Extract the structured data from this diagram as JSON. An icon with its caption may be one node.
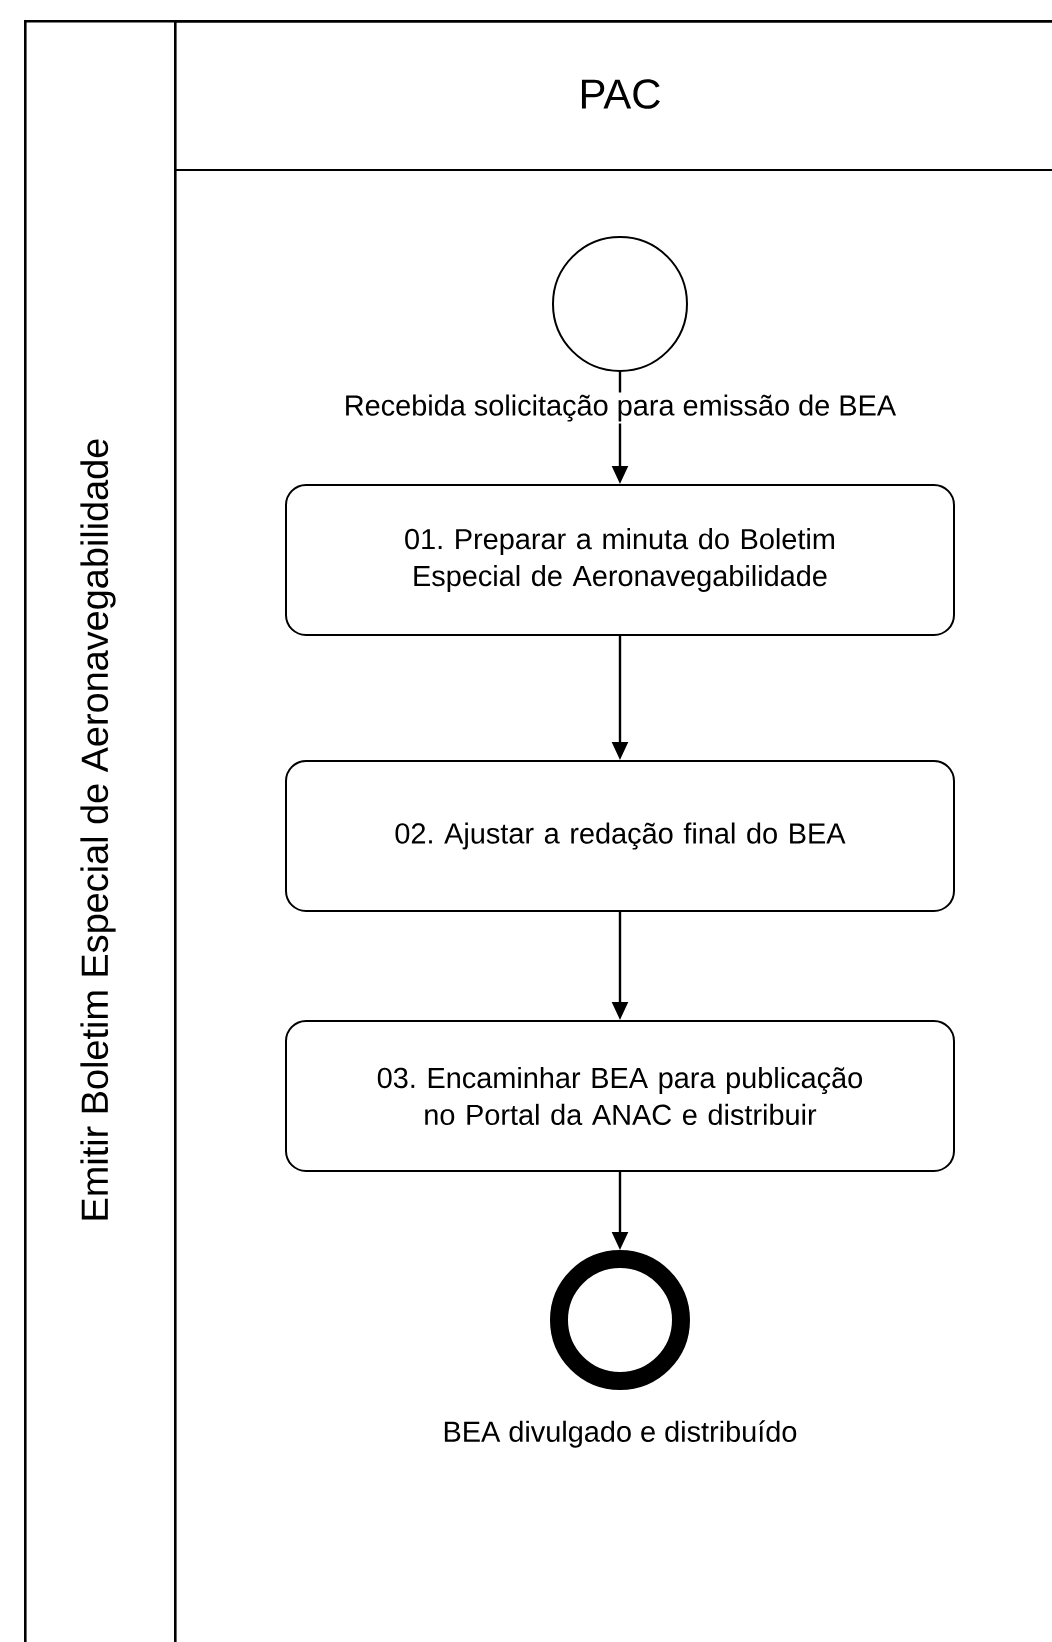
{
  "diagram": {
    "nodes": [
      {
        "text": [
          "Emitir Boletim Especial de Aeronavegabilidade"
        ]
      },
      {
        "text": [
          "PAC"
        ],
        "in": 0
      },
      {
        "text": [],
        "shape": "circle",
        "beside": [
          "Recebida solicitação para emissão de BEA"
        ],
        "in": 1
      },
      {
        "text": [
          "01. Preparar a minuta do Boletim Especial de Aeronavegabilidade"
        ],
        "in": 1
      },
      {
        "text": [
          "02. Ajustar a redação final do BEA"
        ],
        "in": 1
      },
      {
        "text": [
          "03. Encaminhar BEA para publicação no Portal da ANAC e distribuir"
        ],
        "in": 1
      },
      {
        "text": [],
        "shape": "circle",
        "beside": [
          "BEA divulgado e distribuído"
        ],
        "in": 1
      }
    ],
    "edges": [
      {
        "from": 2,
        "to": 3,
        "arrow": "to"
      },
      {
        "from": 3,
        "to": 4,
        "arrow": "to"
      },
      {
        "from": 4,
        "to": 5,
        "arrow": "to"
      },
      {
        "from": 5,
        "to": 6,
        "arrow": "to"
      }
    ]
  }
}
